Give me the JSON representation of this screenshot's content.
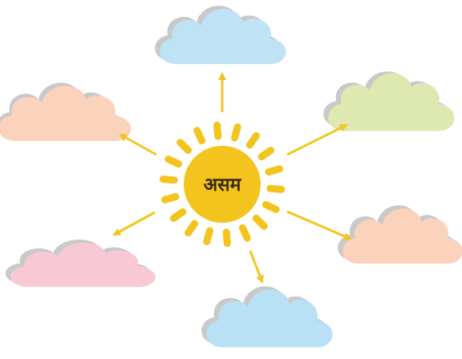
{
  "center": {
    "label": "असम"
  },
  "colors": {
    "sun": "#f4c41e",
    "rays": "#f4c41e",
    "arrows": "#f4c41e",
    "label": "#3a2a10",
    "cloud_shadow": "#c9c9c9",
    "clouds": {
      "top": "#bfe3f5",
      "top_left": "#fbd3bd",
      "top_right": "#dde9b0",
      "bottom_left": "#f8c9d4",
      "bottom_right": "#fbd3bd",
      "bottom": "#b9e1f5"
    }
  },
  "clouds": [
    {
      "id": "top",
      "text": ""
    },
    {
      "id": "top_left",
      "text": ""
    },
    {
      "id": "top_right",
      "text": ""
    },
    {
      "id": "bottom_left",
      "text": ""
    },
    {
      "id": "bottom_right",
      "text": ""
    },
    {
      "id": "bottom",
      "text": ""
    }
  ]
}
